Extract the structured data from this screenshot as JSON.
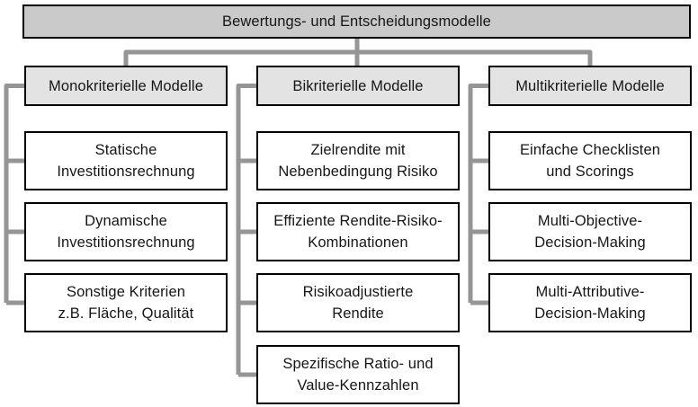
{
  "diagram": {
    "title": "Bewertungs- und Entscheidungsmodelle",
    "columns": [
      {
        "header": "Monokriterielle Modelle",
        "items": [
          "Statische\nInvestitionsrechnung",
          "Dynamische\nInvestitionsrechnung",
          "Sonstige Kriterien\nz.B. Fläche, Qualität"
        ]
      },
      {
        "header": "Bikriterielle Modelle",
        "items": [
          "Zielrendite mit\nNebenbedingung Risiko",
          "Effiziente Rendite-Risiko-\nKombinationen",
          "Risikoadjustierte\nRendite",
          "Spezifische Ratio- und\nValue-Kennzahlen"
        ]
      },
      {
        "header": "Multikriterielle Modelle",
        "items": [
          "Einfache Checklisten\nund Scorings",
          "Multi-Objective-\nDecision-Making",
          "Multi-Attributive-\nDecision-Making"
        ]
      }
    ]
  },
  "colors": {
    "root-fill": "#cacaca",
    "header-fill": "#e3e3e3",
    "item-fill": "#ffffff",
    "border": "#000000",
    "connector": "#959595",
    "text": "#161616",
    "background": "#ffffff"
  }
}
